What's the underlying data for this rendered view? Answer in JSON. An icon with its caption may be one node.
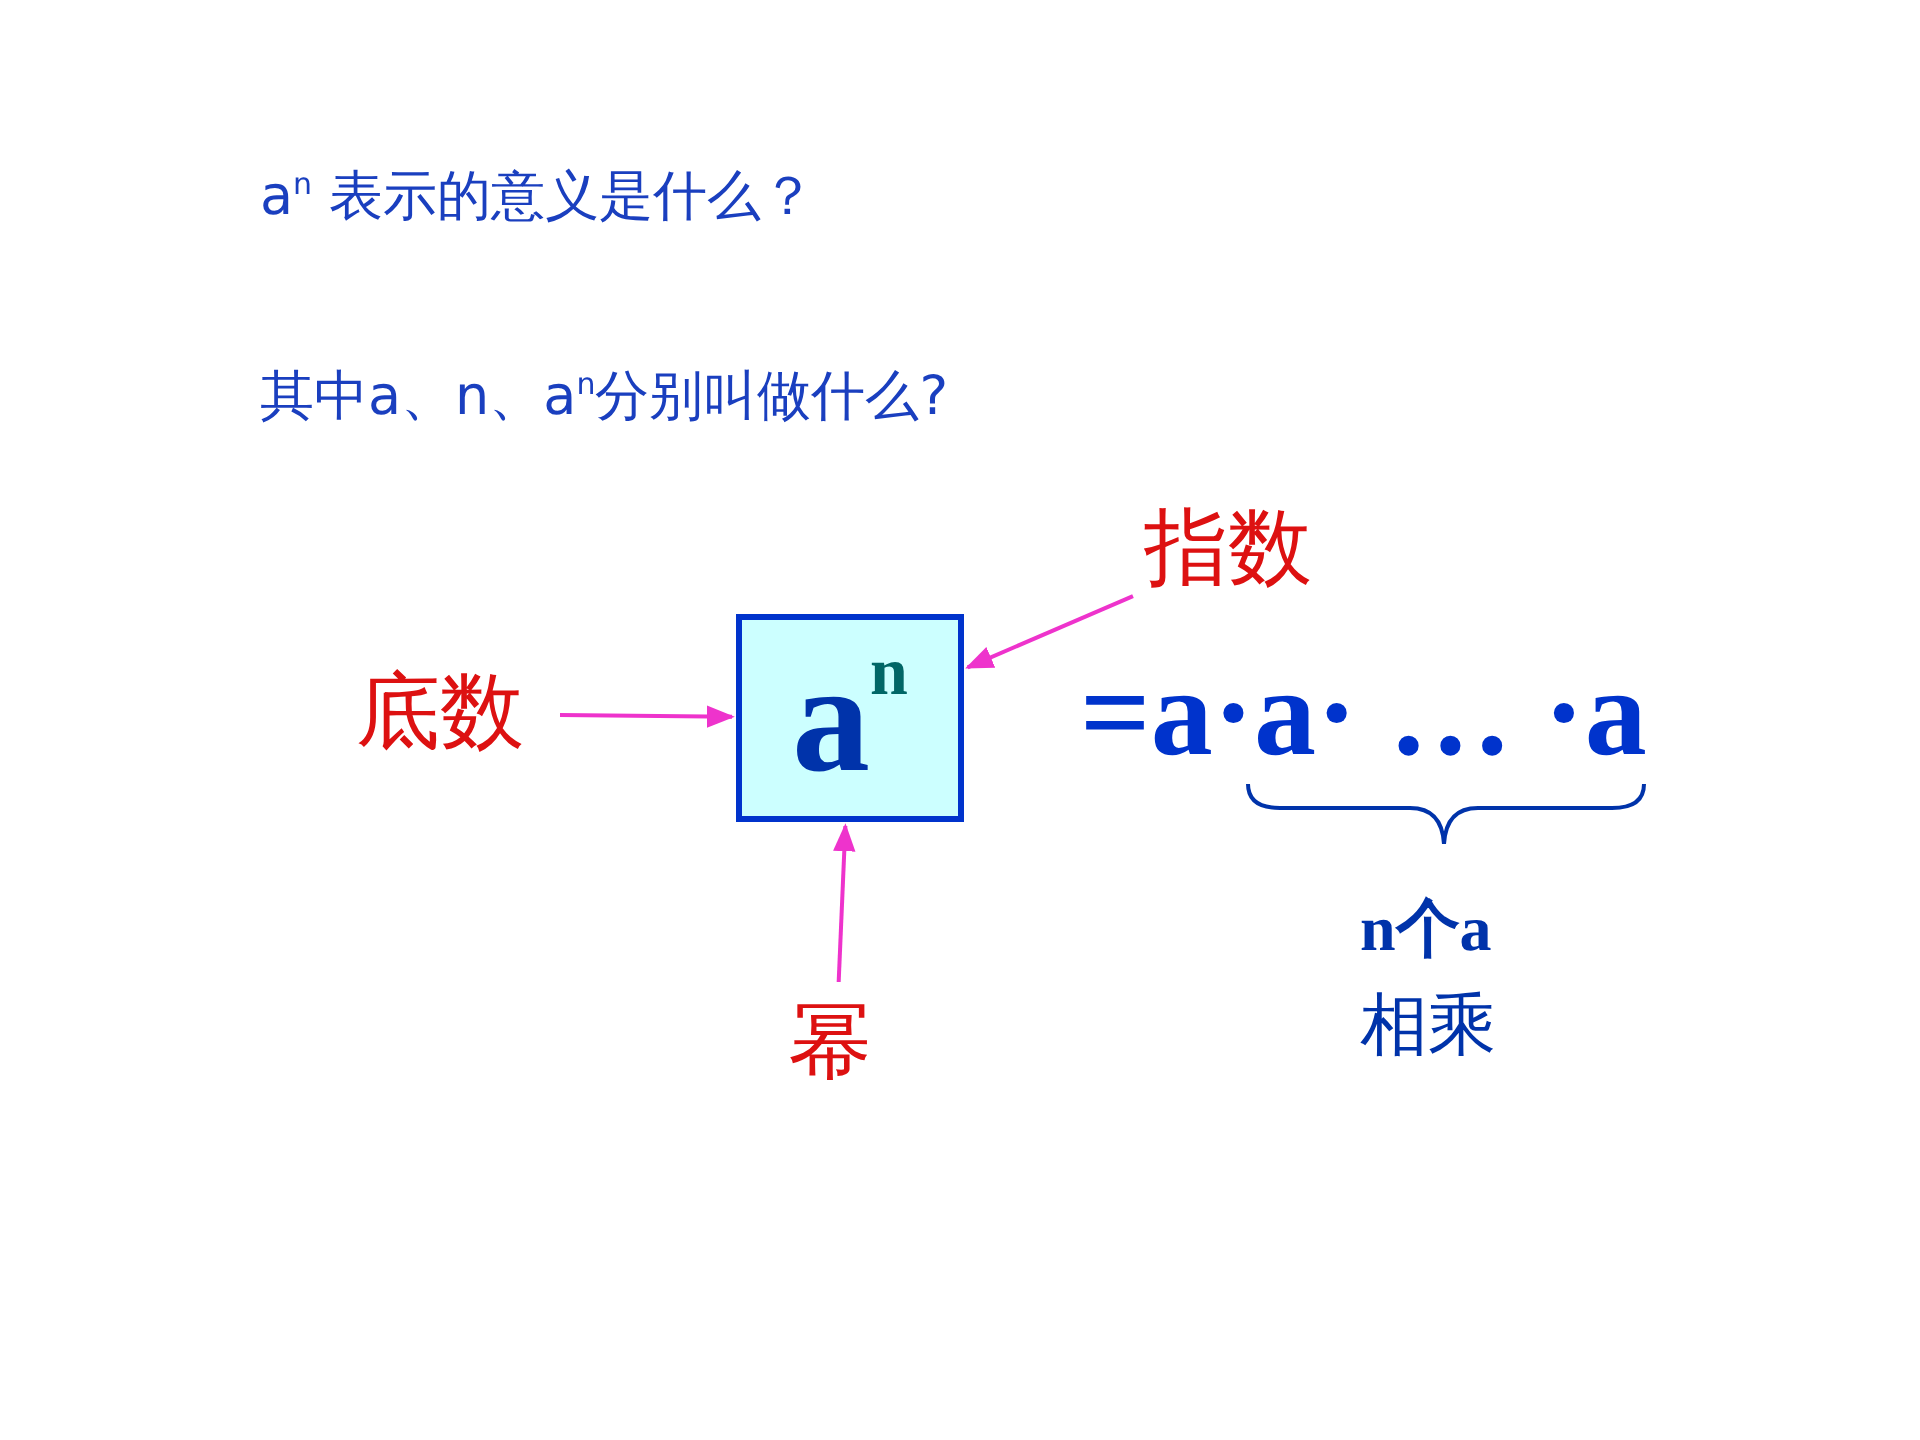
{
  "diagram": {
    "nodes": [
      {
        "text": [
          "a$^{n}$"
        ]
      },
      {
        "text": [
          "指数"
        ]
      },
      {
        "text": [
          "底数"
        ]
      },
      {
        "text": [
          "幂"
        ]
      }
    ],
    "edges": [
      {
        "from": 1,
        "to": 0,
        "arrow": "to"
      },
      {
        "from": 2,
        "to": 0,
        "arrow": "to"
      },
      {
        "from": 3,
        "to": 0,
        "arrow": "to"
      }
    ],
    "labels": [
      "a$^{n}$ 表示的意义是什么？",
      "其中a、n、a$^{n}$分别叫做什么?",
      "=a·a· … ·a",
      "n个a",
      "相乘"
    ]
  }
}
